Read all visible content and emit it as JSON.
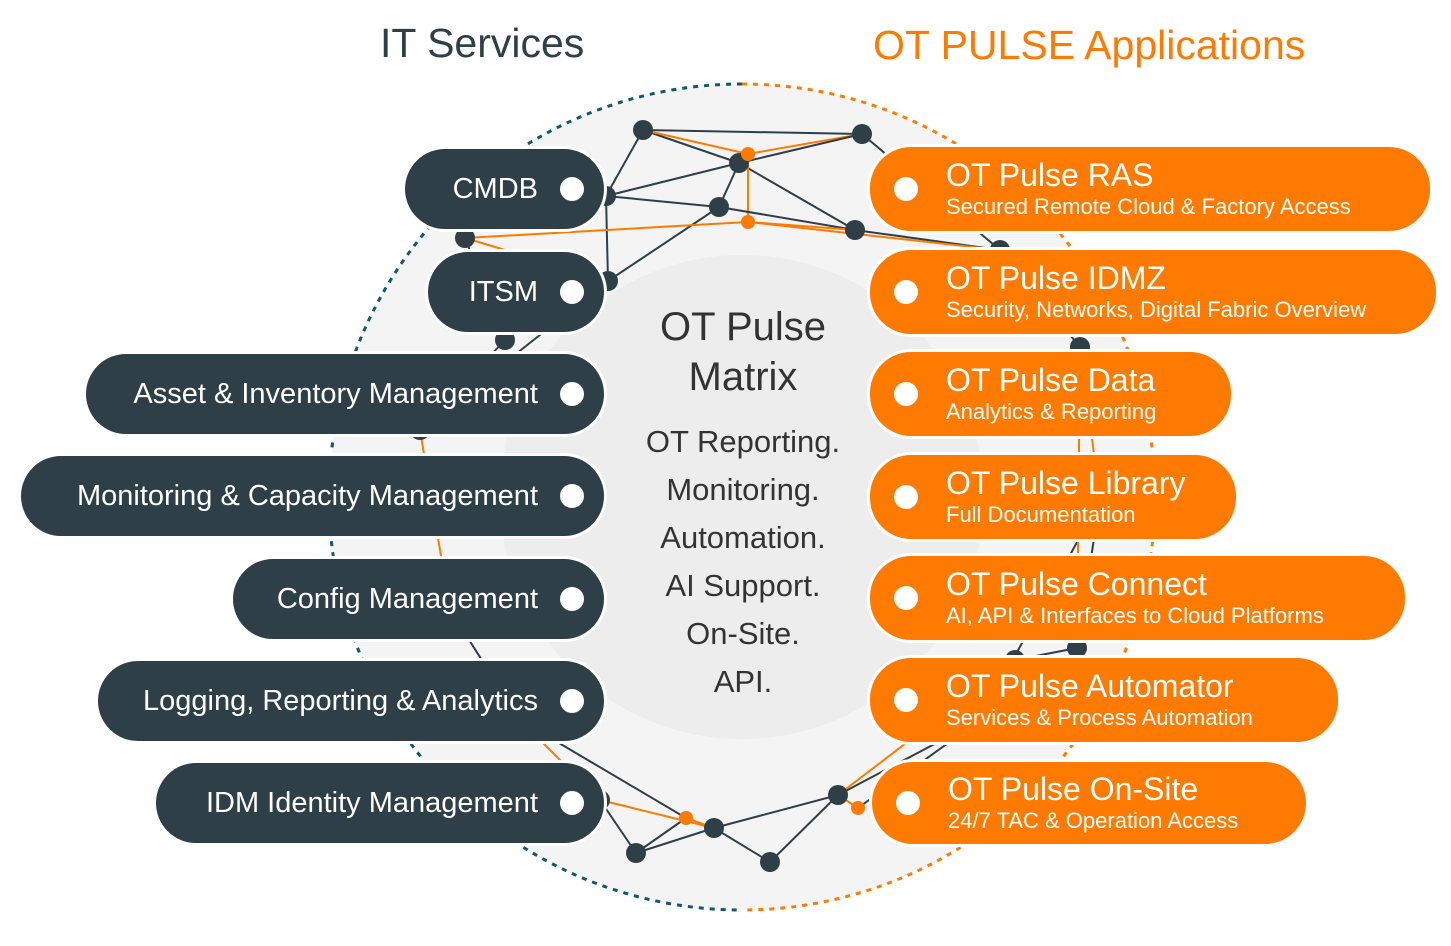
{
  "headers": {
    "it": "IT Services",
    "ot": "OT PULSE Applications"
  },
  "center": {
    "title": [
      "OT Pulse",
      "Matrix"
    ],
    "lines": [
      "OT Reporting.",
      "Monitoring.",
      "Automation.",
      "AI Support.",
      "On-Site.",
      "API."
    ]
  },
  "it_services": [
    "CMDB",
    "ITSM",
    "Asset & Inventory Management",
    "Monitoring & Capacity Management",
    "Config Management",
    "Logging, Reporting & Analytics",
    "IDM Identity Management"
  ],
  "applications": [
    {
      "title": "OT Pulse RAS",
      "subtitle": "Secured Remote Cloud & Factory Access"
    },
    {
      "title": "OT Pulse IDMZ",
      "subtitle": "Security, Networks, Digital Fabric Overview"
    },
    {
      "title": "OT Pulse Data",
      "subtitle": "Analytics & Reporting"
    },
    {
      "title": "OT Pulse Library",
      "subtitle": "Full Documentation"
    },
    {
      "title": "OT Pulse Connect",
      "subtitle": "AI, API & Interfaces to Cloud Platforms"
    },
    {
      "title": "OT Pulse Automator",
      "subtitle": "Services & Process Automation"
    },
    {
      "title": "OT Pulse On-Site",
      "subtitle": "24/7 TAC & Operation Access"
    }
  ],
  "colors": {
    "dark": "#2f3f47",
    "orange": "#ff7a00",
    "teal": "#0e5a66"
  }
}
